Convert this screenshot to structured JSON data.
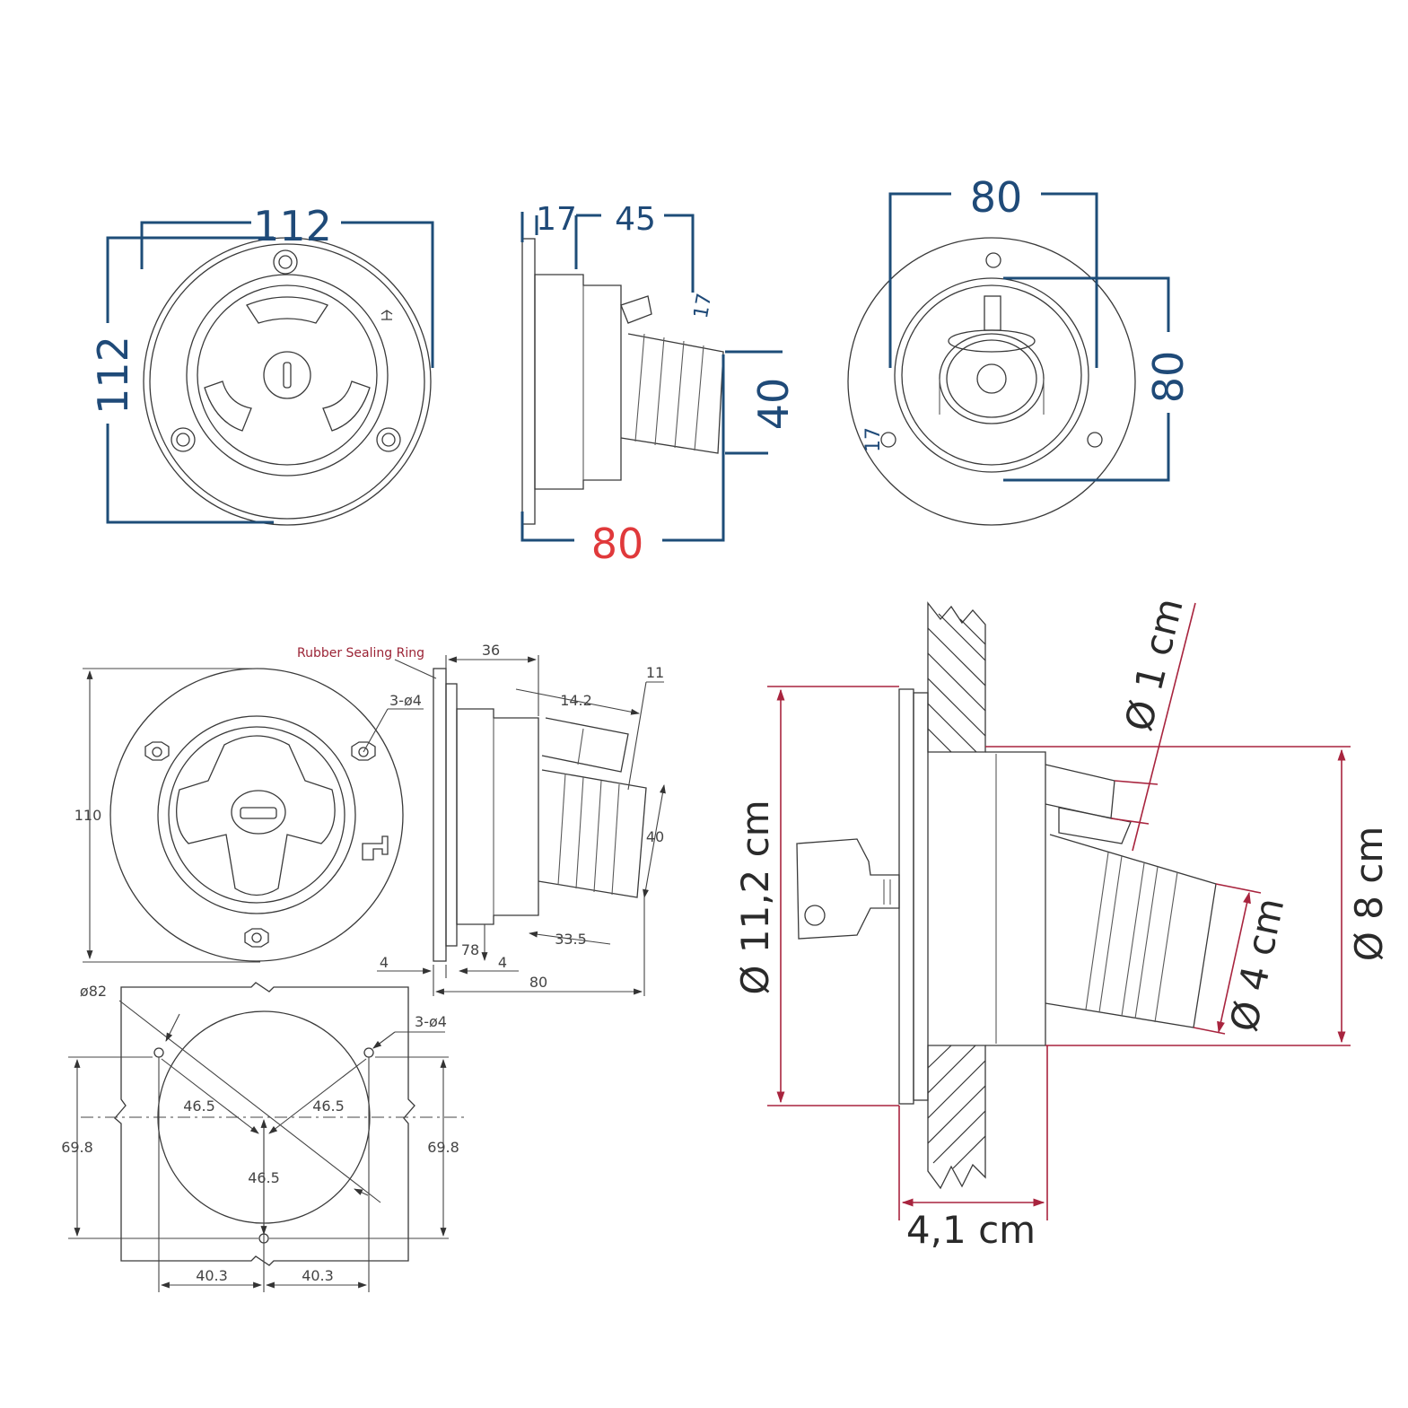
{
  "top_front_view": {
    "width": "112",
    "height": "112"
  },
  "top_side_view": {
    "flange": "17",
    "depth": "45",
    "hose": "40",
    "overall": "80",
    "angle": "17"
  },
  "top_rear_view": {
    "width": "80",
    "height": "80",
    "angle": "17"
  },
  "tech_drawing": {
    "rubber_ring_label": "Rubber Sealing Ring",
    "height": "110",
    "holes": "3-ø4",
    "body": "36",
    "small_hose": "14.2",
    "tilt": "11",
    "hose_dia": "40",
    "hose_len": "33.5",
    "flange_dim": "78",
    "gap_left": "4",
    "gap_right": "4",
    "overall": "80"
  },
  "cutout_drawing": {
    "diameter": "ø82",
    "holes": "3-ø4",
    "radius_left": "46.5",
    "radius_right": "46.5",
    "radius_bottom": "46.5",
    "height_left": "69.8",
    "height_right": "69.8",
    "half_left": "40.3",
    "half_right": "40.3"
  },
  "cm_drawing": {
    "vent": "Ø 1 cm",
    "outer": "Ø 11,2 cm",
    "hose": "Ø 4 cm",
    "body": "Ø 8 cm",
    "depth": "4,1 cm"
  },
  "colors": {
    "blue_dim": "#1e4d78",
    "red_dim": "#e0393b",
    "crimson_dim": "#a8243e",
    "outline": "#3a3a3a"
  }
}
